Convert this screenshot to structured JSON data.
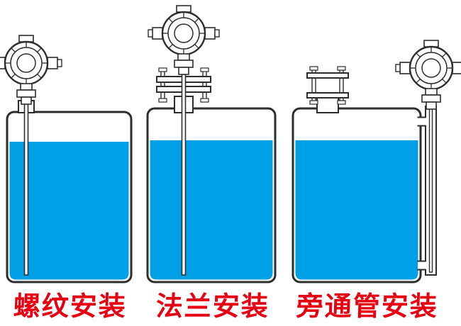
{
  "colors": {
    "liquid": "#00a0e6",
    "label_red": "#e60012",
    "outline": "#2d2d2d",
    "background": "#ffffff"
  },
  "icons": {
    "transmitter": "level-transmitter-icon",
    "flange": "flange-bolted-connection-icon",
    "bypass_pipe": "bypass-pipe-icon",
    "tank": "liquid-tank-icon"
  },
  "diagrams": [
    {
      "id": "threaded",
      "label": "螺纹安装"
    },
    {
      "id": "flange",
      "label": "法兰安装"
    },
    {
      "id": "bypass",
      "label": "旁通管安装"
    }
  ]
}
